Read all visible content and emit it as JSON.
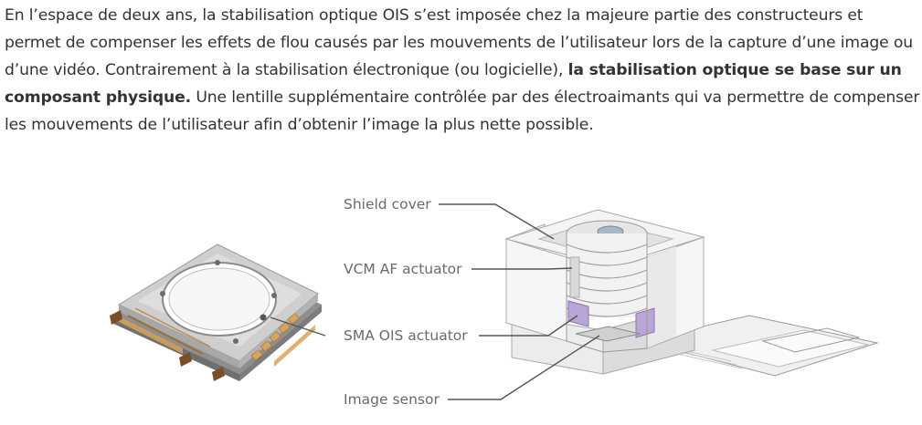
{
  "paragraph": {
    "text_before": "En l’espace de deux ans, la stabilisation optique OIS s’est imposée chez la majeure partie des constructeurs et permet de compenser les effets de flou causés par les mouvements de l’utilisateur lors de la capture d’une image ou d’une vidéo. Contrairement à la stabilisation électronique (ou logicielle), ",
    "bold_text": "la stabilisation optique se base sur un composant physique.",
    "text_after": " Une lentille supplémentaire contrôlée par des électroaimants qui va permettre de compenser les mouvements de l’utilisateur afin d’obtenir l’image la plus nette possible."
  },
  "diagram": {
    "labels": {
      "shield_cover": "Shield cover",
      "vcm_af_actuator": "VCM AF actuator",
      "sma_ois_actuator": "SMA OIS actuator",
      "image_sensor": "Image sensor"
    },
    "colors": {
      "label_text": "#6a6a6a",
      "leader_line": "#555555",
      "module_body": "#f2f2f2",
      "module_edge": "#b9b9b9",
      "actuator_purple": "#b8a6d6",
      "plate_metal": "#c9c9c9",
      "contact_gold": "#d8a35a"
    }
  }
}
